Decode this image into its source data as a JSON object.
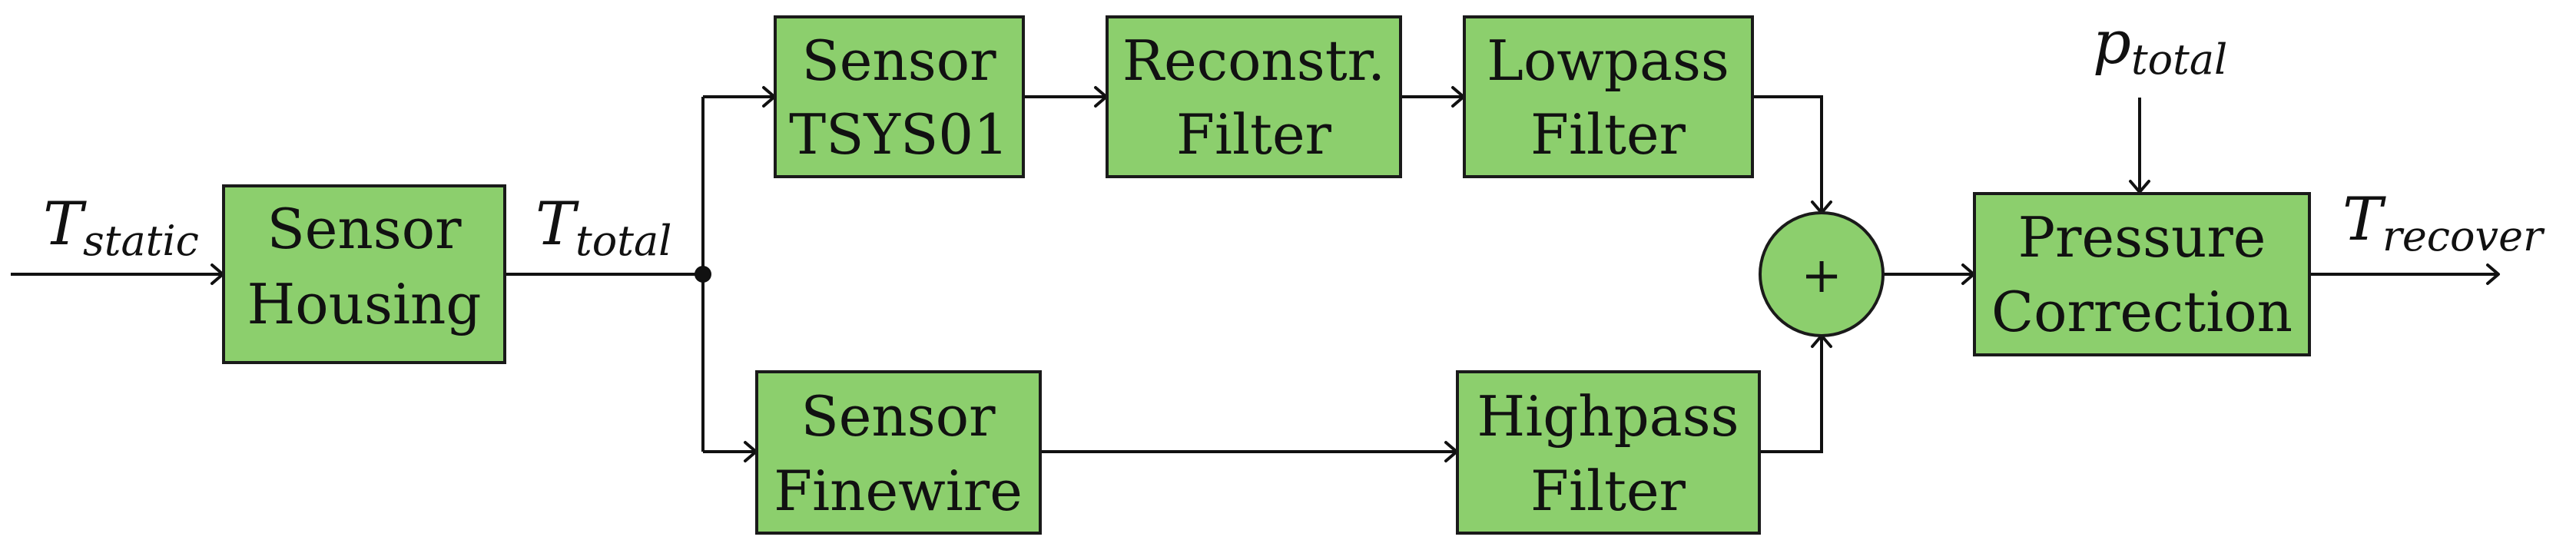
{
  "blocks": {
    "sensor_housing": {
      "line1": "Sensor",
      "line2": "Housing"
    },
    "sensor_tsys01": {
      "line1": "Sensor",
      "line2": "TSYS01"
    },
    "reconstr_filter": {
      "line1": "Reconstr.",
      "line2": "Filter"
    },
    "lowpass_filter": {
      "line1": "Lowpass",
      "line2": "Filter"
    },
    "sensor_finewire": {
      "line1": "Sensor",
      "line2": "Finewire"
    },
    "highpass_filter": {
      "line1": "Highpass",
      "line2": "Filter"
    },
    "pressure_correction": {
      "line1": "Pressure",
      "line2": "Correction"
    }
  },
  "signals": {
    "t_static": {
      "main": "T",
      "sub": "static"
    },
    "t_total": {
      "main": "T",
      "sub": "total"
    },
    "p_total": {
      "main": "p",
      "sub": "total"
    },
    "t_recover": {
      "main": "T",
      "sub": "recover"
    }
  },
  "summing_junction": {
    "symbol": "+"
  },
  "colors": {
    "block_fill": "#8ccf6d",
    "stroke": "#1a1a1a"
  }
}
